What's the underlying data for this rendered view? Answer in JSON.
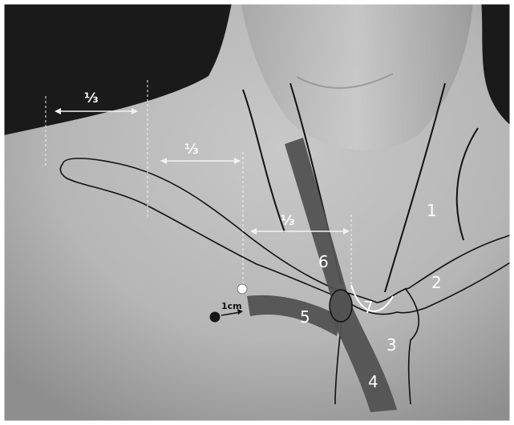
{
  "figure": {
    "colors": {
      "background": "#1a1a1a",
      "skin": "#b9b9b9",
      "vessel": "#525252",
      "outline": "#111111",
      "guide_line": "#f2f2f2",
      "landmark_white": "#ffffff",
      "landmark_black": "#151515"
    },
    "fraction_label": "⅓",
    "distance_label": "1cm",
    "structure_numbers": [
      "1",
      "2",
      "3",
      "4",
      "5",
      "6",
      "7"
    ]
  }
}
